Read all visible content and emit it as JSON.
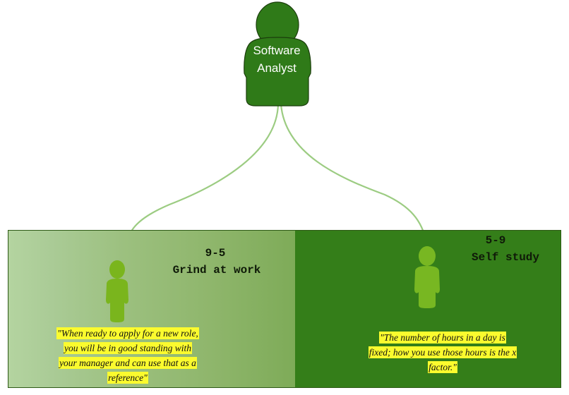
{
  "analyst": {
    "label_line1": "Software",
    "label_line2": "Analyst"
  },
  "left_panel": {
    "time": "9-5",
    "title": "Grind at work",
    "quote_lines": [
      "\"When ready to apply for a new role,",
      "you will be in good standing with",
      "your manager and can use that as a",
      "reference\""
    ]
  },
  "right_panel": {
    "time": "5-9",
    "title": "Self study",
    "quote_lines": [
      "\"The number of hours in a day is",
      "fixed; how you use those hours is the x",
      "factor.\""
    ]
  },
  "colors": {
    "analyst_figure": "#2f7a18",
    "left_figure": "#7ab51d",
    "right_figure": "#78b722",
    "connector": "#9ccc82",
    "left_panel": "#9cc07f",
    "right_panel": "#347e19",
    "quote_highlight": "#fbfb2e"
  }
}
